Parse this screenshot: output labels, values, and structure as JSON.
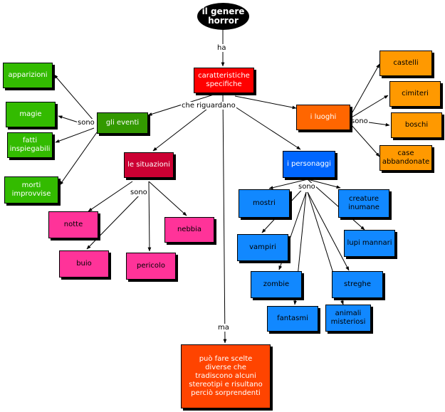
{
  "root": "il genere horror",
  "links": {
    "ha": "ha",
    "che_riguardano": "che riguardano",
    "ma": "ma",
    "sono_eventi": "sono",
    "sono_luoghi": "sono",
    "sono_situazioni": "sono",
    "sono_personaggi": "sono"
  },
  "nodes": {
    "caratteristiche": "caratteristiche specifiche",
    "eventi": "gli eventi",
    "apparizioni": "apparizioni",
    "magie": "magie",
    "fatti": "fatti inspiegabili",
    "morti": "morti improvvise",
    "luoghi": "i luoghi",
    "castelli": "castelli",
    "cimiteri": "cimiteri",
    "boschi": "boschi",
    "case": "case abbandonate",
    "situazioni": "le situazioni",
    "notte": "notte",
    "buio": "buio",
    "pericolo": "pericolo",
    "nebbia": "nebbia",
    "personaggi": "i personaggi",
    "mostri": "mostri",
    "vampiri": "vampiri",
    "zombie": "zombie",
    "fantasmi": "fantasmi",
    "creature": "creature inumane",
    "lupi": "lupi mannari",
    "streghe": "streghe",
    "animali": "animali misteriosi",
    "scelte": "può fare scelte diverse che tradiscono alcuni stereotipi e risultano perciò sorprendenti"
  },
  "colors": {
    "red": "#ff0000",
    "green": "#33bb00",
    "dark_green": "#339900",
    "orange": "#ff6600",
    "light_orange": "#ff9900",
    "crimson": "#cc0033",
    "pink": "#ff3399",
    "blue": "#0066ff",
    "bottom_orange": "#ff4400"
  }
}
